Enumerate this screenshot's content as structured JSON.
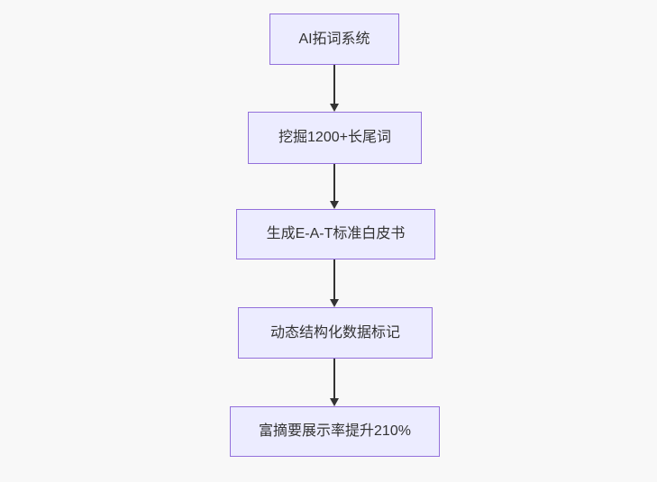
{
  "diagram": {
    "type": "flowchart",
    "direction": "top-down",
    "colors": {
      "background": "#f8f8f8",
      "node_fill": "#ECECFF",
      "node_border": "#9370DB",
      "text_color": "#333333",
      "arrow_color": "#333333"
    },
    "nodes": [
      {
        "label": "AI拓词系统"
      },
      {
        "label": "挖掘1200+长尾词"
      },
      {
        "label": "生成E-A-T标准白皮书"
      },
      {
        "label": "动态结构化数据标记"
      },
      {
        "label": "富摘要展示率提升210%"
      }
    ],
    "edges": [
      {
        "from": 0,
        "to": 1
      },
      {
        "from": 1,
        "to": 2
      },
      {
        "from": 2,
        "to": 3
      },
      {
        "from": 3,
        "to": 4
      }
    ]
  }
}
